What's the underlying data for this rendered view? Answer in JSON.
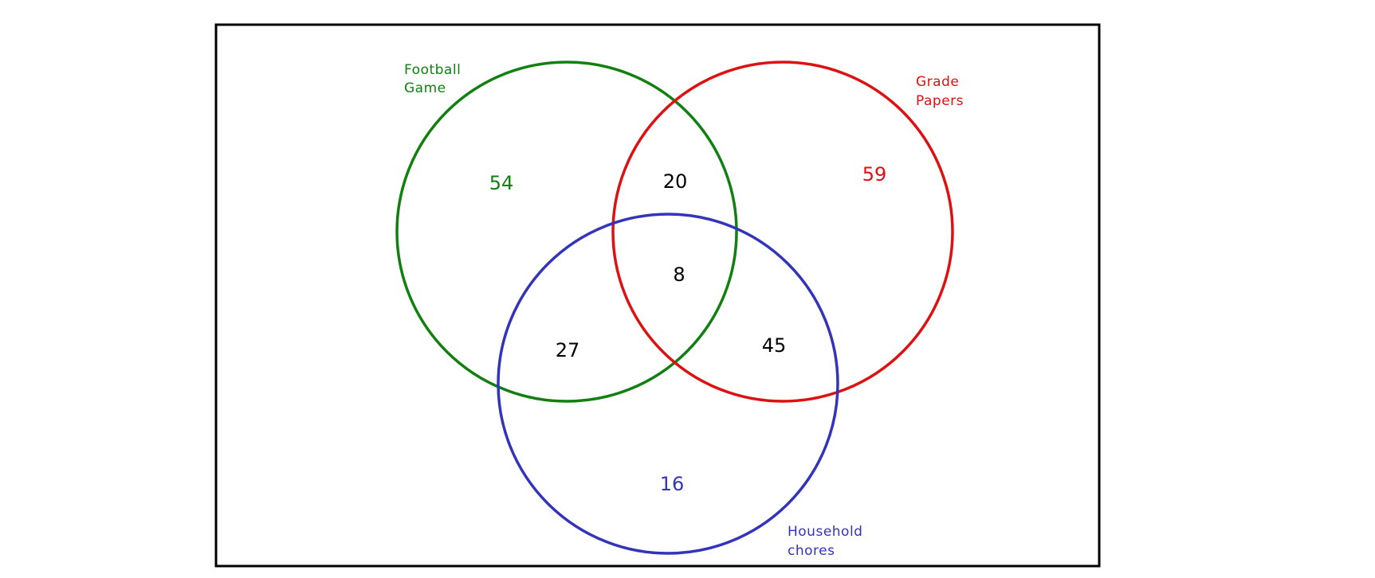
{
  "diagram": {
    "sets": [
      {
        "id": "football",
        "label_lines": [
          "Football",
          "Game"
        ],
        "color": "#118011"
      },
      {
        "id": "grade",
        "label_lines": [
          "Grade",
          "Papers"
        ],
        "color": "#dd1111"
      },
      {
        "id": "household",
        "label_lines": [
          "Household",
          "chores"
        ],
        "color": "#3333bb"
      }
    ],
    "regions": {
      "football_only": "54",
      "grade_only": "59",
      "household_only": "16",
      "football_grade": "20",
      "football_household": "27",
      "grade_household": "45",
      "all_three": "8"
    },
    "intersection_text_color": "#000000",
    "frame_color": "#000000"
  }
}
